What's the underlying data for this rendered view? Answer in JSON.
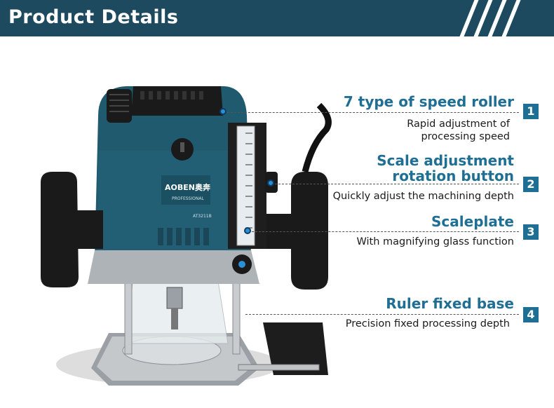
{
  "header": {
    "title": "Product Details"
  },
  "product": {
    "brand": "AOBEN奥奔",
    "brand_sub": "PROFESSIONAL",
    "model": "AT3211B"
  },
  "features": [
    {
      "number": "1",
      "title": "7 type of speed roller",
      "description": "Rapid adjustment of\nprocessing speed"
    },
    {
      "number": "2",
      "title": "Scale adjustment\nrotation button",
      "description": "Quickly adjust the machining depth"
    },
    {
      "number": "3",
      "title": "Scaleplate",
      "description": "With magnifying glass function"
    },
    {
      "number": "4",
      "title": "Ruler fixed base",
      "description": "Precision fixed processing depth"
    }
  ],
  "colors": {
    "header_bg": "#1e4a5f",
    "accent": "#1f6e94",
    "tool_body": "#1f5a6e",
    "base": "#b8bcc0"
  }
}
